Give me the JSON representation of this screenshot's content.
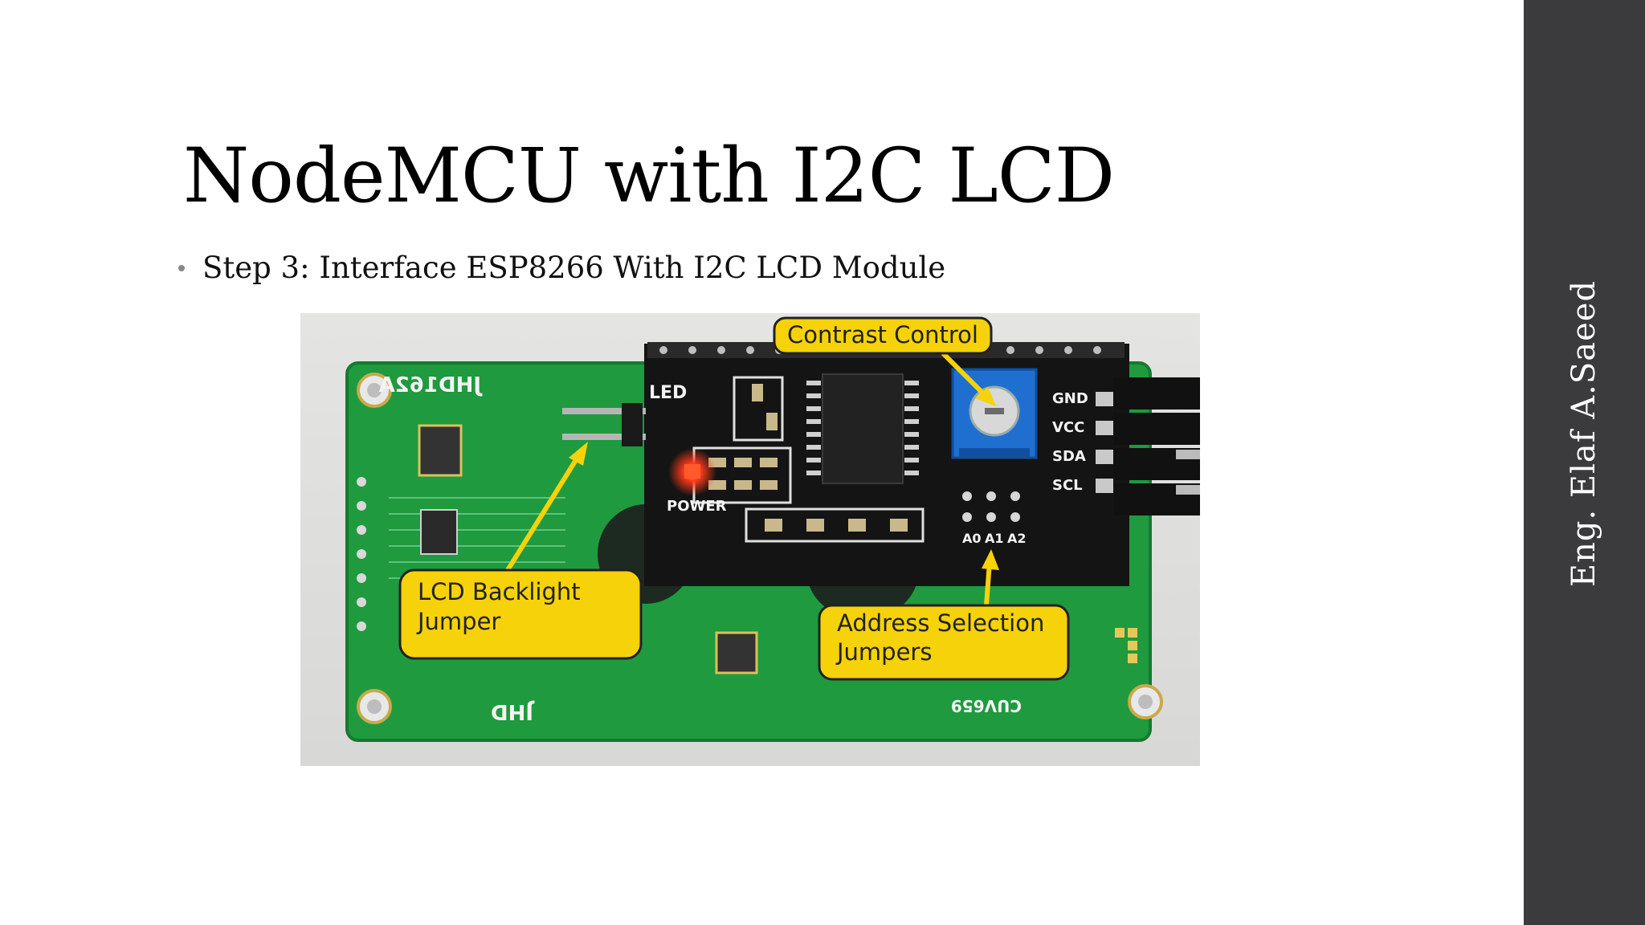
{
  "slide": {
    "title": "NodeMCU with I2C LCD",
    "bullets": [
      {
        "text": "Step 3: Interface ESP8266 With I2C LCD Module"
      }
    ],
    "author": "Eng. Elaf A.Saeed"
  },
  "photo": {
    "callouts": {
      "contrast": "Contrast Control",
      "backlight_line1": "LCD Backlight",
      "backlight_line2": "Jumper",
      "address_line1": "Address Selection",
      "address_line2": "Jumpers"
    },
    "board_labels": {
      "led": "LED",
      "power": "POWER",
      "gnd": "GND",
      "vcc": "VCC",
      "sda": "SDA",
      "scl": "SCL",
      "a0": "A0",
      "a1": "A1",
      "a2": "A2",
      "model": "JHD162A",
      "brand": "JHD",
      "part": "CUV659"
    }
  },
  "colors": {
    "sidebar": "#3b3b3d",
    "pcb_green": "#1f9a3f",
    "callout_yellow": "#f5d20a",
    "pot_blue": "#1f6fd0"
  }
}
